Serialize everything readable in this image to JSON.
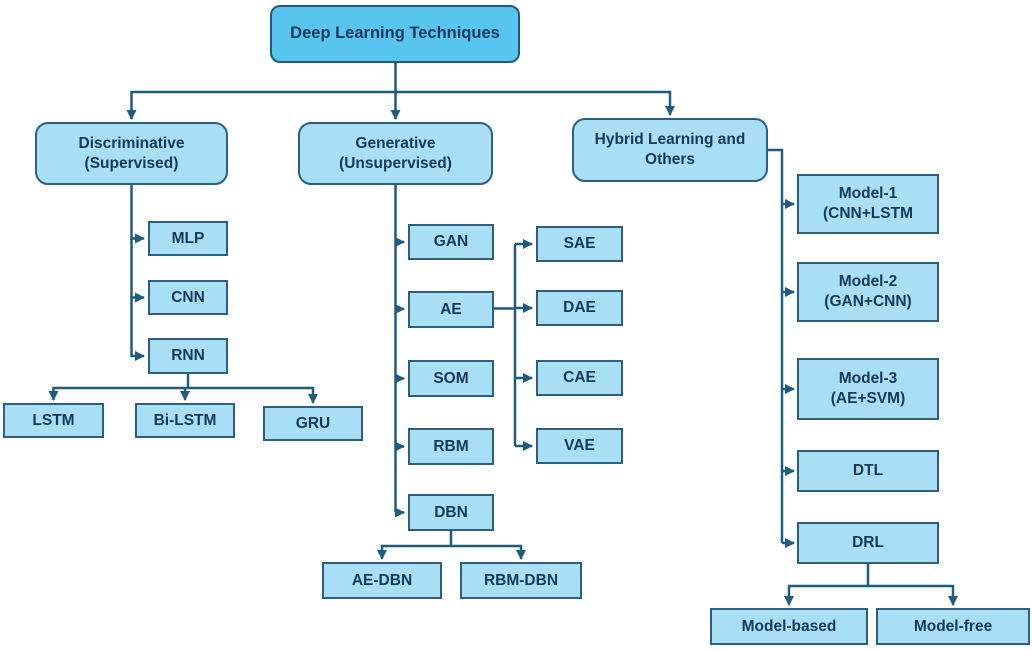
{
  "diagram": {
    "type": "flowchart",
    "title": "Deep Learning Techniques taxonomy",
    "colors": {
      "root_fill": "#58c5ee",
      "node_fill": "#a9dff5",
      "border": "#2d5f80",
      "connector": "#1f5c7d",
      "text": "#17375e",
      "background": "#ffffff"
    },
    "nodes": {
      "root": {
        "label": "Deep Learning Techniques"
      },
      "discriminative": {
        "label": "Discriminative (Supervised)"
      },
      "generative": {
        "label": "Generative (Unsupervised)"
      },
      "hybrid": {
        "label": "Hybrid Learning and Others"
      },
      "mlp": {
        "label": "MLP"
      },
      "cnn": {
        "label": "CNN"
      },
      "rnn": {
        "label": "RNN"
      },
      "lstm": {
        "label": "LSTM"
      },
      "bilstm": {
        "label": "Bi-LSTM"
      },
      "gru": {
        "label": "GRU"
      },
      "gan": {
        "label": "GAN"
      },
      "ae": {
        "label": "AE"
      },
      "som": {
        "label": "SOM"
      },
      "rbm": {
        "label": "RBM"
      },
      "dbn": {
        "label": "DBN"
      },
      "aedbn": {
        "label": "AE-DBN"
      },
      "rbmdbn": {
        "label": "RBM-DBN"
      },
      "sae": {
        "label": "SAE"
      },
      "dae": {
        "label": "DAE"
      },
      "cae": {
        "label": "CAE"
      },
      "vae": {
        "label": "VAE"
      },
      "model1": {
        "label": "Model-1 (CNN+LSTM"
      },
      "model2": {
        "label": "Model-2 (GAN+CNN)"
      },
      "model3": {
        "label": "Model-3 (AE+SVM)"
      },
      "dtl": {
        "label": "DTL"
      },
      "drl": {
        "label": "DRL"
      },
      "modelbased": {
        "label": "Model-based"
      },
      "modelfree": {
        "label": "Model-free"
      }
    },
    "edges": [
      [
        "root",
        "discriminative"
      ],
      [
        "root",
        "generative"
      ],
      [
        "root",
        "hybrid"
      ],
      [
        "discriminative",
        "mlp"
      ],
      [
        "discriminative",
        "cnn"
      ],
      [
        "discriminative",
        "rnn"
      ],
      [
        "rnn",
        "lstm"
      ],
      [
        "rnn",
        "bilstm"
      ],
      [
        "rnn",
        "gru"
      ],
      [
        "generative",
        "gan"
      ],
      [
        "generative",
        "ae"
      ],
      [
        "generative",
        "som"
      ],
      [
        "generative",
        "rbm"
      ],
      [
        "generative",
        "dbn"
      ],
      [
        "ae",
        "sae"
      ],
      [
        "ae",
        "dae"
      ],
      [
        "ae",
        "cae"
      ],
      [
        "ae",
        "vae"
      ],
      [
        "dbn",
        "aedbn"
      ],
      [
        "dbn",
        "rbmdbn"
      ],
      [
        "hybrid",
        "model1"
      ],
      [
        "hybrid",
        "model2"
      ],
      [
        "hybrid",
        "model3"
      ],
      [
        "hybrid",
        "dtl"
      ],
      [
        "hybrid",
        "drl"
      ],
      [
        "drl",
        "modelbased"
      ],
      [
        "drl",
        "modelfree"
      ]
    ]
  }
}
